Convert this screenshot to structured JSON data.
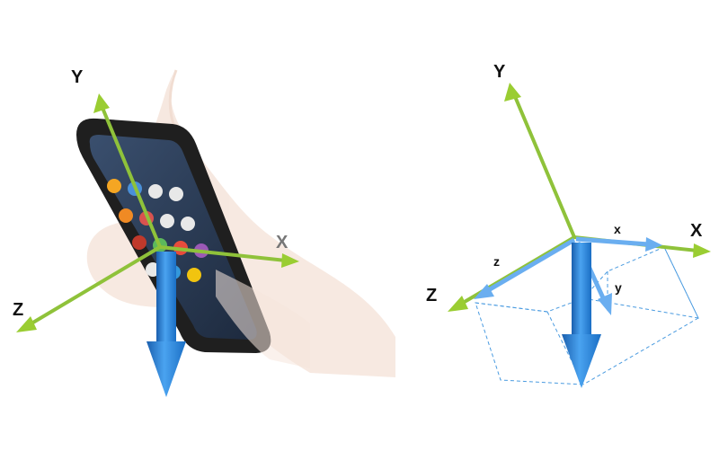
{
  "left_figure": {
    "axes": {
      "x": "X",
      "y": "Y",
      "z": "Z"
    }
  },
  "right_figure": {
    "axes": {
      "x": "X",
      "y": "Y",
      "z": "Z"
    },
    "components": {
      "x": "x",
      "y": "y",
      "z": "z"
    }
  },
  "colors": {
    "axis_green": "#9acd32",
    "gravity_blue": "#2f86d6",
    "component_blue": "#6aaef0",
    "phone_body": "#1f1f1f"
  }
}
